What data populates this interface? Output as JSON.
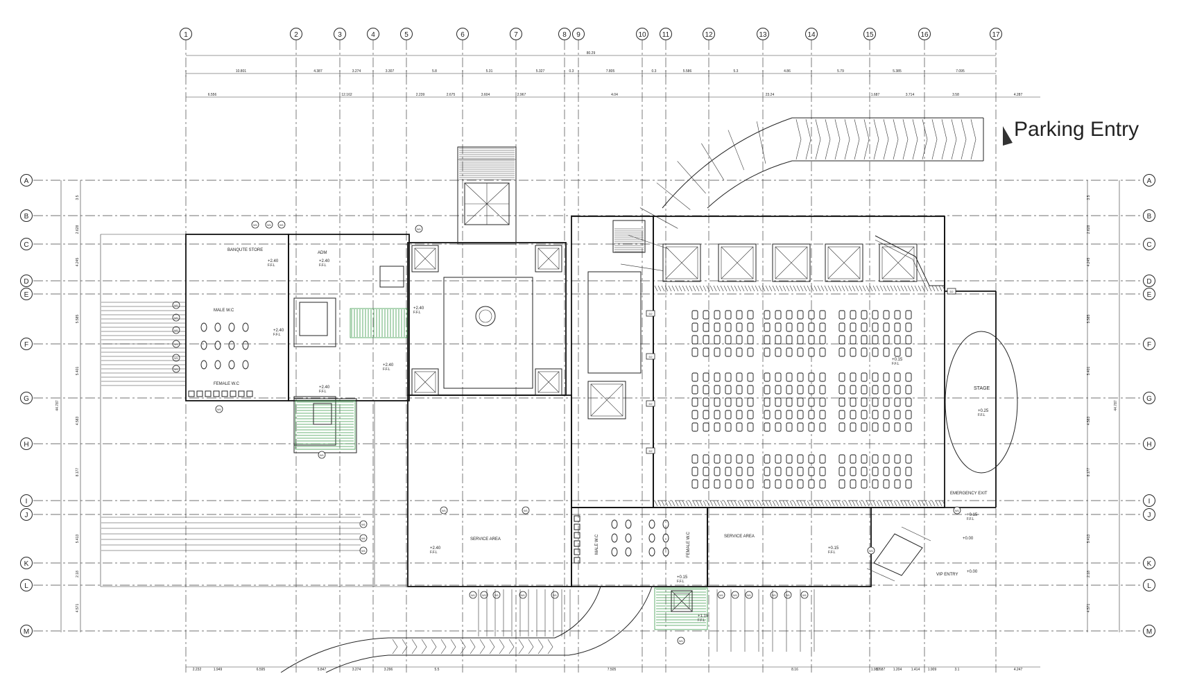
{
  "title": "Parking Entry",
  "grid": {
    "columns": [
      "1",
      "2",
      "3",
      "4",
      "5",
      "6",
      "7",
      "8",
      "9",
      "10",
      "11",
      "12",
      "13",
      "14",
      "15",
      "16",
      "17"
    ],
    "rows": [
      "A",
      "B",
      "C",
      "D",
      "E",
      "F",
      "G",
      "H",
      "I",
      "J",
      "K",
      "L",
      "M"
    ]
  },
  "rooms": {
    "banquet_store": "BANQUTE STORE",
    "adm": "ADM",
    "male_wc": "MALE W.C",
    "female_wc": "FEMALE W.C",
    "service_area_1": "SERVICE AREA",
    "service_area_2": "SERVICE AREA",
    "male_wc_2": "MALE W.C",
    "female_wc_2": "FEMALE W.C",
    "stage": "STAGE",
    "emergency_exit": "EMERGENCY EXIT",
    "vip_entry": "VIP ENTRY"
  },
  "levels": {
    "a": "+2.40",
    "ffl": "F.F.L",
    "b": "+0.15",
    "c": "+0.25",
    "d": "+0.00",
    "e": "+1.19"
  },
  "dimensions": {
    "overall": "80.29",
    "top_row": [
      "10.801",
      "4.387",
      "3.274",
      "3.307",
      "5.8",
      "5.31",
      "5.327",
      "0.3",
      "7.805",
      "0.3",
      "5.586",
      "5.3",
      "4.86",
      "5.79",
      "5.385",
      "7.095"
    ],
    "second_row": [
      "6.556",
      "12.162",
      "2.239",
      "2.675",
      "3.604",
      "2.967",
      "4.04",
      "23.24",
      "1.687",
      "3.714",
      "3.58",
      "4.287"
    ],
    "bottom_row": [
      "2.232",
      "1.949",
      "6.595",
      "5.847",
      "3.274",
      "3.296",
      "5.5",
      "7.505",
      "1.687",
      "8.16",
      "1.987",
      "1.204",
      "1.414",
      "1.909",
      "3.1",
      "4.247"
    ],
    "side_row": [
      "3.5",
      "2.628",
      "4.245",
      "5.585",
      "5.401",
      "4.583",
      "8.177",
      "5.413",
      "2.18",
      "4.571"
    ],
    "side_total": "44.787"
  },
  "tags": {
    "w1": "W1",
    "d1": "D1",
    "d2": "D2"
  }
}
